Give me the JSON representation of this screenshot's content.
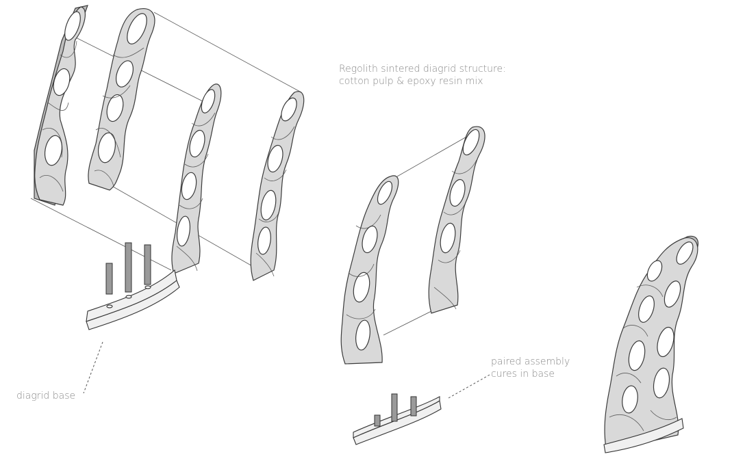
{
  "labels": {
    "title_line1": "Regolith sintered diagrid structure:",
    "title_line2": "cotton pulp & epoxy resin mix",
    "diagrid_base": "diagrid base",
    "paired_line1": "paired assembly",
    "paired_line2": "cures in base"
  },
  "colors": {
    "panel_fill": "#d9d9d9",
    "line": "#3a3a3a",
    "label_text": "#8a8a8a"
  }
}
